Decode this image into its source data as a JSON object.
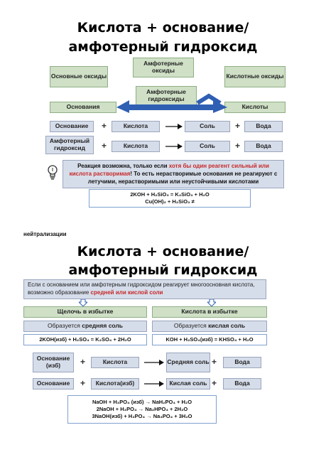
{
  "part1": {
    "title_line1": "Кислота + основание/",
    "title_line2": "амфотерный гидроксид",
    "basic_oxides": "Основные оксиды",
    "amphoteric_oxides": "Амфотерные оксиды",
    "acidic_oxides": "Кислотные оксиды",
    "amphoteric_hydroxides": "Амфотерные гидроксиды",
    "bases": "Основания",
    "acids": "Кислоты",
    "row1": {
      "left": "Основание",
      "mid": "Кислота",
      "salt": "Соль",
      "water": "Вода"
    },
    "row2": {
      "left": "Амфотерный гидроксид",
      "mid": "Кислота",
      "salt": "Соль",
      "water": "Вода"
    },
    "plus": "+",
    "note_part1": "Реакция возможна, только если ",
    "note_red1": "хотя бы один реагент сильный или кислота растворимая",
    "note_part2": "! То есть нерастворимые основания не реагируют с летучими, нерастворимыми или неустойчивыми кислотами",
    "eq1": "2KOH + H₂SiO₃ = K₂SiO₃ + H₂O",
    "eq2": "Cu(OH)₂ + H₂SiO₃ ≠",
    "icon": "lightbulb-icon"
  },
  "part2": {
    "small_label": "нейтрализации",
    "title_line1": "Кислота + основание/",
    "title_line2": "амфотерный гидроксид",
    "intro_text": "Если с основанием или амфотерным гидроксидом реагирует многоосновная кислота, возможно образование ",
    "intro_red": "средней или кислой соли",
    "alkali_excess": "Щелочь в избытке",
    "acid_excess": "Кислота в избытке",
    "forms_prefix": "Образуется ",
    "middle_salt_word": "средняя соль",
    "acid_salt_word": "кислая соль",
    "eq_left": "2KOH(изб) + H₂SO₄ = K₂SO₄ + 2H₂O",
    "eq_right": "KOH + H₂SO₄(изб) = KHSO₄ + H₂O",
    "row1": {
      "left": "Основание (изб)",
      "mid": "Кислота",
      "salt": "Средняя соль",
      "water": "Вода"
    },
    "row2": {
      "left": "Основание",
      "mid": "Кислота(изб)",
      "salt": "Кислая соль",
      "water": "Вода"
    },
    "plus": "+",
    "eqs": [
      "NaOH + H₃PO₄ (изб) → NaH₂PO₄ + H₂O",
      "2NaOH + H₃PO₄ → Na₂HPO₄ + 2H₂O",
      "3NaOH(изб) + H₃PO₄ → Na₃PO₄ + 3H₂O"
    ]
  },
  "colors": {
    "green_box": "#cfe0c6",
    "blue_box": "#d6ddea",
    "arrow_blue": "#2f5fb3",
    "red": "#c62828"
  }
}
